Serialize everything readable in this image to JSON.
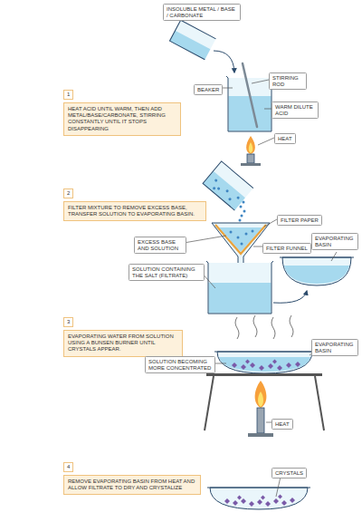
{
  "diagram": {
    "nodes": [
      {
        "text": [
          "INSOLUBLE METAL / BASE / CARBONATE"
        ]
      },
      {
        "text": [
          "STIRRING ROD"
        ]
      },
      {
        "text": [
          "BEAKER"
        ]
      },
      {
        "text": [
          "WARM DILUTE ACID"
        ]
      },
      {
        "text": [
          "1"
        ]
      },
      {
        "text": [
          "HEAT ACID UNTIL WARM, THEN ADD METAL/BASE/CARBONATE, STIRRING CONSTANTLY UNTIL IT STOPS DISAPPEARING"
        ]
      },
      {
        "text": [
          "HEAT"
        ]
      },
      {
        "text": [
          "2"
        ]
      },
      {
        "text": [
          "FILTER MIXTURE TO REMOVE EXCESS BASE, TRANSFER SOLUTION TO EVAPORATING BASIN."
        ]
      },
      {
        "text": [
          "FILTER PAPER"
        ]
      },
      {
        "text": [
          "EXCESS BASE AND SOLUTION"
        ]
      },
      {
        "text": [
          "FILTER FUNNEL"
        ]
      },
      {
        "text": [
          "EVAPORATING BASIN"
        ]
      },
      {
        "text": [
          "SOLUTION CONTAINING THE SALT (FILTRATE)"
        ]
      },
      {
        "text": [
          "3"
        ]
      },
      {
        "text": [
          "EVAPORATING WATER FROM SOLUTION USING A BUNSEN BURNER UNTIL CRYSTALS APPEAR."
        ]
      },
      {
        "text": [
          "EVAPORATING BASIN"
        ]
      },
      {
        "text": [
          "SOLUTION BECOMING MORE CONCENTRATED"
        ]
      },
      {
        "text": [
          "HEAT"
        ]
      },
      {
        "text": [
          "4"
        ]
      },
      {
        "text": [
          "REMOVE EVAPORATING BASIN FROM HEAT AND ALLOW FILTRATE TO DRY AND CRYSTALIZE"
        ]
      },
      {
        "text": [
          "CRYSTALS"
        ]
      }
    ]
  }
}
